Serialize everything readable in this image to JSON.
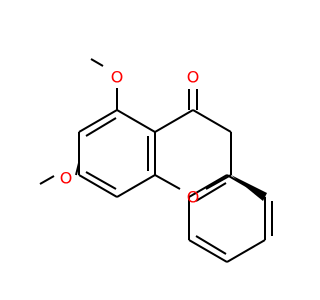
{
  "molecule": {
    "atoms": {
      "o_carbonyl": "O",
      "o_ring": "O",
      "o_methoxy_5": "O",
      "o_methoxy_7": "O"
    },
    "colors": {
      "bond": "#000000",
      "oxygen": "#ff0000",
      "background": "#ffffff"
    }
  }
}
